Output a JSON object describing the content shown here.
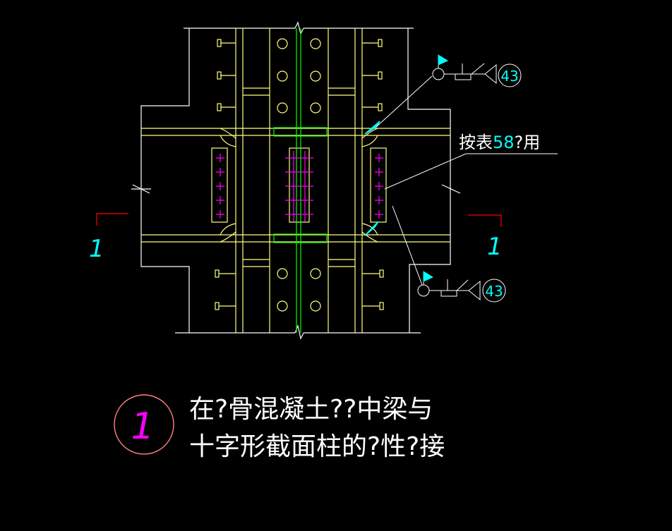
{
  "drawing": {
    "colors": {
      "background": "#000000",
      "outline": "#ffffff",
      "steel": "#ffff80",
      "web": "#00ff00",
      "bolts": "#ff00ff",
      "annotation": "#00ffff",
      "section_mark": "#ff0000",
      "detail_circle": "#ff8080"
    },
    "callout_note": {
      "prefix": "按表",
      "number": "58",
      "suffix": "?用"
    },
    "weld_symbols": [
      {
        "reference": "43"
      },
      {
        "reference": "43"
      }
    ],
    "section_marks": {
      "left": "1",
      "right": "1"
    },
    "title_block": {
      "detail_number": "1",
      "line1": "在?骨混凝土??中梁与",
      "line2": "十字形截面柱的?性?接"
    }
  }
}
